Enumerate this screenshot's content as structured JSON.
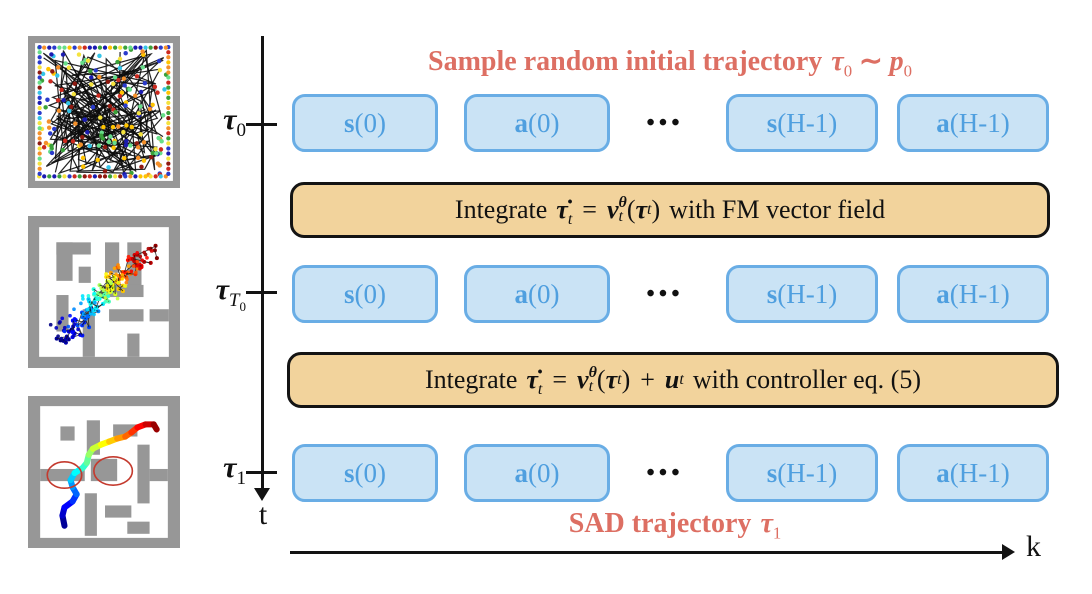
{
  "figure": {
    "top_caption": {
      "text": "Sample random initial trajectory",
      "tau": "τ",
      "tau_sub": "0",
      "sim": "∼",
      "p": "p",
      "p_sub": "0"
    },
    "bottom_caption": {
      "text": "SAD trajectory",
      "tau": "τ",
      "tau_sub": "1"
    },
    "axes": {
      "t_label": "t",
      "k_label": "k",
      "tau0": {
        "sym": "τ",
        "sub": "0"
      },
      "tauT0": {
        "sym": "τ",
        "sub": "T",
        "subsub": "0"
      },
      "tau1": {
        "sym": "τ",
        "sub": "1"
      }
    },
    "fm_box": {
      "action": "Integrate",
      "lhs": "τ̇",
      "lhs_sub": "t",
      "eq": "=",
      "v": "v",
      "v_sup": "θ",
      "v_sub": "t",
      "open": "(",
      "arg": "τ",
      "arg_sub": "t",
      "close": ")",
      "tail": "with FM vector field"
    },
    "ctrl_box": {
      "action": "Integrate",
      "lhs": "τ̇",
      "lhs_sub": "t",
      "eq": "=",
      "v": "v",
      "v_sup": "θ",
      "v_sub": "t",
      "open": "(",
      "arg": "τ",
      "arg_sub": "t",
      "close": ")",
      "plus": "+",
      "u": "u",
      "u_sub": "t",
      "tail": "with controller eq. (5)"
    },
    "rows": [
      {
        "cells": [
          {
            "b": "s",
            "r": "(0)"
          },
          {
            "b": "a",
            "r": "(0)"
          },
          {
            "dots": "•••"
          },
          {
            "b": "s",
            "r": "(H-1)"
          },
          {
            "b": "a",
            "r": "(H-1)"
          }
        ]
      },
      {
        "cells": [
          {
            "b": "s",
            "r": "(0)"
          },
          {
            "b": "a",
            "r": "(0)"
          },
          {
            "dots": "•••"
          },
          {
            "b": "s",
            "r": "(H-1)"
          },
          {
            "b": "a",
            "r": "(H-1)"
          }
        ]
      },
      {
        "cells": [
          {
            "b": "s",
            "r": "(0)"
          },
          {
            "b": "a",
            "r": "(0)"
          },
          {
            "dots": "•••"
          },
          {
            "b": "s",
            "r": "(H-1)"
          },
          {
            "b": "a",
            "r": "(H-1)"
          }
        ]
      }
    ],
    "colors": {
      "accent_red": "#dd6f63",
      "blue_fill": "#cae3f5",
      "blue_border": "#69ade5",
      "blue_text": "#4f9fdf",
      "note_fill": "#f2d39c",
      "axis_black": "#131313",
      "maze_gray": "#979797"
    }
  }
}
